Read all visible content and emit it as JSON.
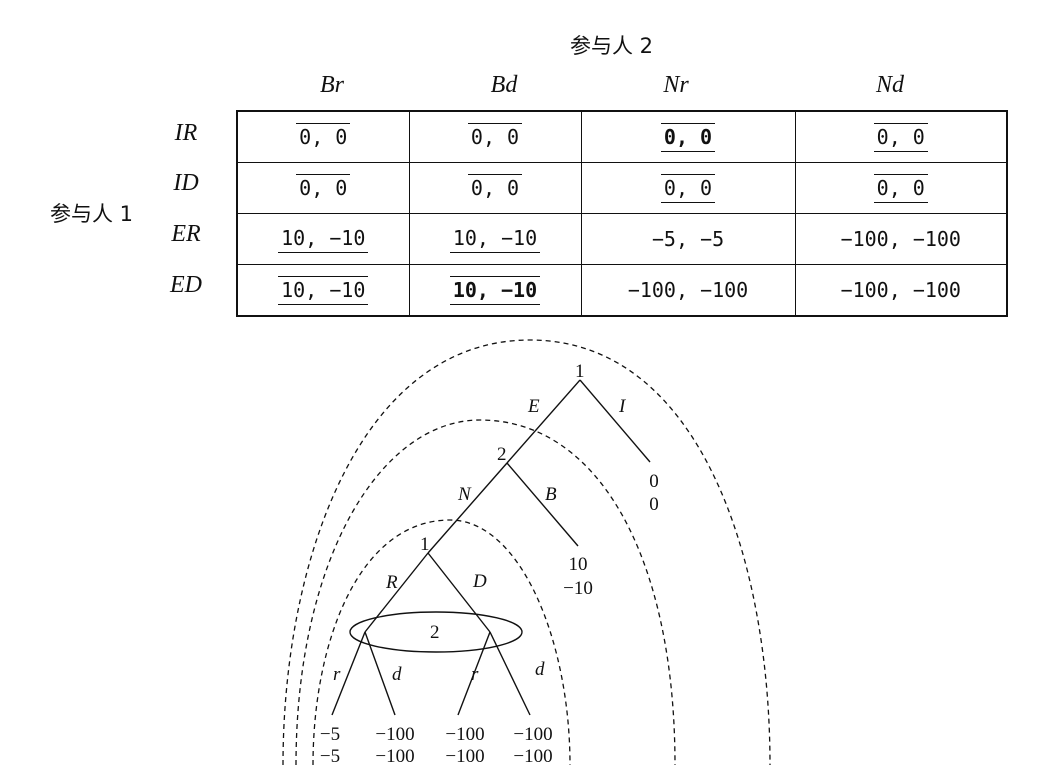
{
  "player2_label": "参与人 2",
  "player1_label": "参与人 1",
  "columns": [
    "Br",
    "Bd",
    "Nr",
    "Nd"
  ],
  "rows": [
    "IR",
    "ID",
    "ER",
    "ED"
  ],
  "cells": [
    [
      {
        "text": "0, 0",
        "over": true,
        "under": false,
        "bold": false
      },
      {
        "text": "0, 0",
        "over": true,
        "under": false,
        "bold": false
      },
      {
        "text": "0, 0",
        "over": true,
        "under": true,
        "bold": true
      },
      {
        "text": "0, 0",
        "over": true,
        "under": true,
        "bold": false
      }
    ],
    [
      {
        "text": "0, 0",
        "over": true,
        "under": false,
        "bold": false
      },
      {
        "text": "0, 0",
        "over": true,
        "under": false,
        "bold": false
      },
      {
        "text": "0, 0",
        "over": true,
        "under": true,
        "bold": false
      },
      {
        "text": "0, 0",
        "over": true,
        "under": true,
        "bold": false
      }
    ],
    [
      {
        "text": "10, −10",
        "over": false,
        "under": true,
        "bold": false
      },
      {
        "text": "10, −10",
        "over": false,
        "under": true,
        "bold": false
      },
      {
        "text": "−5, −5",
        "over": false,
        "under": false,
        "bold": false
      },
      {
        "text": "−100, −100",
        "over": false,
        "under": false,
        "bold": false
      }
    ],
    [
      {
        "text": "10, −10",
        "over": true,
        "under": true,
        "bold": false
      },
      {
        "text": "10, −10",
        "over": true,
        "under": true,
        "bold": true
      },
      {
        "text": "−100, −100",
        "over": false,
        "under": false,
        "bold": false
      },
      {
        "text": "−100, −100",
        "over": false,
        "under": false,
        "bold": false
      }
    ]
  ],
  "tree": {
    "nodes": {
      "root": "1",
      "n2": "2",
      "n3": "1",
      "info_set": "2"
    },
    "edges": {
      "E": "E",
      "I": "I",
      "N": "N",
      "B": "B",
      "R": "R",
      "D": "D",
      "r1": "r",
      "d1": "d",
      "r2": "r",
      "d2": "d"
    },
    "payoffs": {
      "I": [
        "0",
        "0"
      ],
      "B": [
        "10",
        "−10"
      ],
      "Rr": [
        "−5",
        "−5"
      ],
      "Rd": [
        "−100",
        "−100"
      ],
      "Dr": [
        "−100",
        "−100"
      ],
      "Dd": [
        "−100",
        "−100"
      ]
    }
  }
}
